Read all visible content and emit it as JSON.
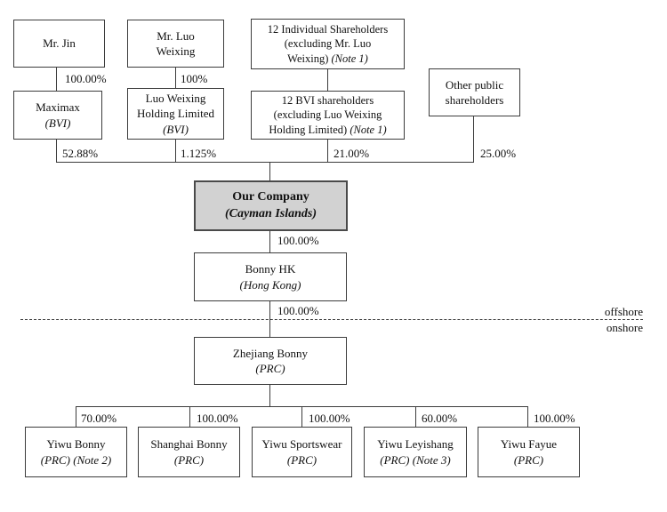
{
  "boxes": {
    "mr_jin": {
      "l1": "Mr. Jin"
    },
    "mr_luo_weixing": {
      "l1": "Mr. Luo",
      "l2": "Weixing"
    },
    "individual_shareholders": {
      "l1": "12 Individual Shareholders",
      "l2": "(excluding Mr. Luo",
      "l3": "Weixing)",
      "l3_note": "(Note 1)"
    },
    "other_public": {
      "l1": "Other public",
      "l2": "shareholders"
    },
    "maximax": {
      "l1": "Maximax",
      "l2_italic": "(BVI)"
    },
    "luo_weixing_holding": {
      "l1": "Luo Weixing",
      "l2": "Holding Limited",
      "l3_italic": "(BVI)"
    },
    "bvi_shareholders": {
      "l1": "12 BVI shareholders",
      "l2": "(excluding Luo Weixing",
      "l3": "Holding Limited)",
      "l3_note": "(Note 1)"
    },
    "our_company": {
      "l1": "Our Company",
      "l2_italic": "(Cayman Islands)"
    },
    "bonny_hk": {
      "l1": "Bonny HK",
      "l2_italic": "(Hong Kong)"
    },
    "zhejiang_bonny": {
      "l1": "Zhejiang Bonny",
      "l2_italic": "(PRC)"
    },
    "yiwu_bonny": {
      "l1": "Yiwu Bonny",
      "l2_italic": "(PRC) (Note 2)"
    },
    "shanghai_bonny": {
      "l1": "Shanghai Bonny",
      "l2_italic": "(PRC)"
    },
    "yiwu_sportswear": {
      "l1": "Yiwu Sportswear",
      "l2_italic": "(PRC)"
    },
    "yiwu_leyishang": {
      "l1": "Yiwu Leyishang",
      "l2_italic": "(PRC) (Note 3)"
    },
    "yiwu_fayue": {
      "l1": "Yiwu Fayue",
      "l2_italic": "(PRC)"
    }
  },
  "labels": {
    "pct_jin_maximax": "100.00%",
    "pct_luo_holding": "100%",
    "pct_maximax": "52.88%",
    "pct_holding": "1.125%",
    "pct_bvi": "21.00%",
    "pct_public": "25.00%",
    "pct_company_hk": "100.00%",
    "pct_hk_zhejiang": "100.00%",
    "offshore": "offshore",
    "onshore": "onshore",
    "pct_yiwu_bonny": "70.00%",
    "pct_shanghai": "100.00%",
    "pct_sportswear": "100.00%",
    "pct_leyishang": "60.00%",
    "pct_fayue": "100.00%"
  },
  "colors": {
    "line": "#3c3c3c",
    "company_fill": "#d2d2d2",
    "text": "#111111"
  }
}
